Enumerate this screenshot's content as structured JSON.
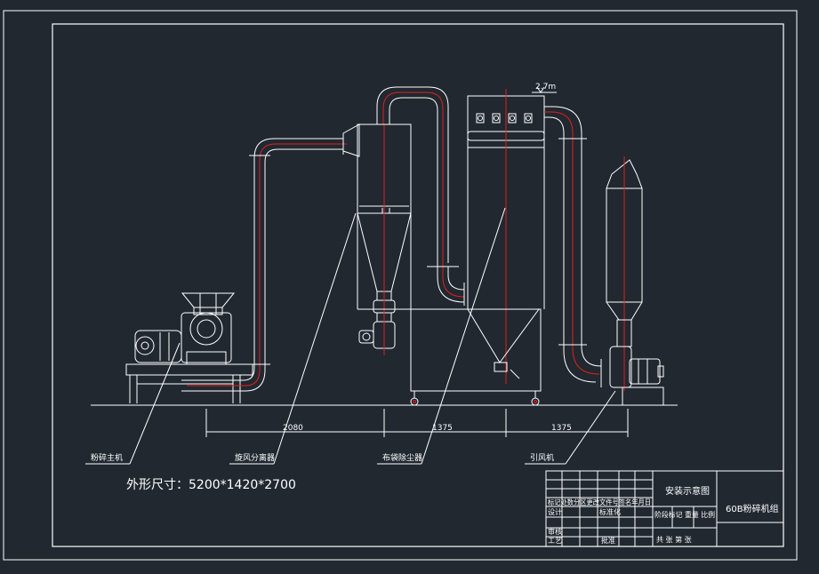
{
  "colors": {
    "background": "#212830",
    "line": "#ffffff",
    "centerline": "#e02020"
  },
  "labels": {
    "crusher": "粉碎主机",
    "cyclone": "旋风分离器",
    "bag_filter": "布袋除尘器",
    "fan": "引风机",
    "height": "2.7m"
  },
  "dimensions": {
    "d1": "2080",
    "d2": "1375",
    "d3": "1375"
  },
  "size_note": "外形尺寸：5200*1420*2700",
  "title_block": {
    "title": "安装示意图",
    "drawing_name": "60B粉碎机组",
    "row_change": "标记处数分区更改文件号签名年月日",
    "design": "设计",
    "standard": "标准化",
    "stage_header": "阶段标记 重量 比例",
    "check": "审核",
    "process": "工艺",
    "approve": "批准",
    "sheets": "共  张 第  张"
  }
}
